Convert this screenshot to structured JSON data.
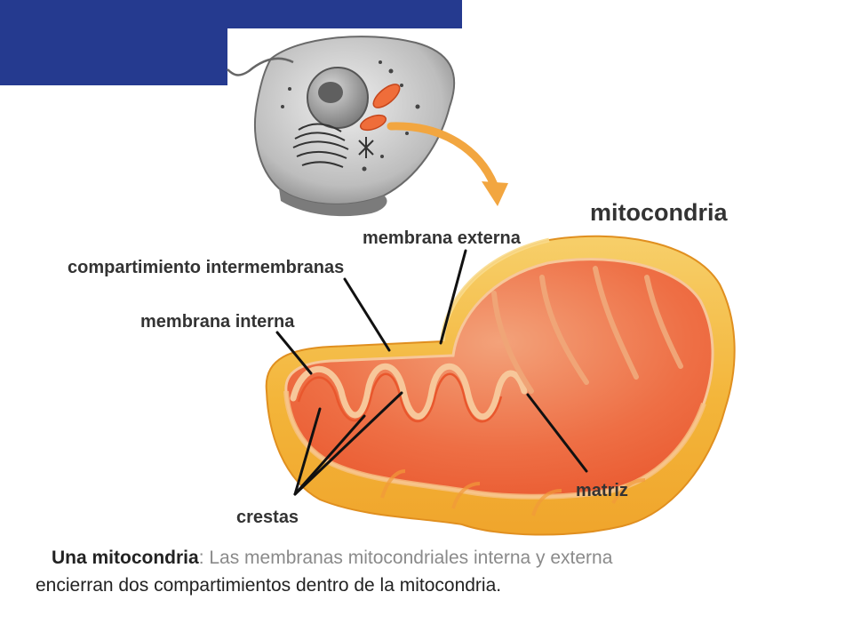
{
  "diagram": {
    "title": "mitocondria",
    "labels": {
      "outer_membrane": "membrana externa",
      "intermembrane_space": "compartimiento intermembranas",
      "inner_membrane": "membrana interna",
      "matrix": "matriz",
      "cristae": "crestas"
    }
  },
  "caption": {
    "lead": "Una mitocondria",
    "line1": ": Las membranas mitocondriales interna y externa",
    "line2": "encierran dos compartimientos dentro de la mitocondria."
  },
  "colors": {
    "header_band": "#253a8f",
    "outer_membrane": "#f3b53a",
    "interior": "#ef6d3a",
    "matrix": "#f0622e",
    "cristae_edge": "#f7c79a",
    "cell_gray": "#8f8f8f",
    "arrow": "#f2a640"
  }
}
